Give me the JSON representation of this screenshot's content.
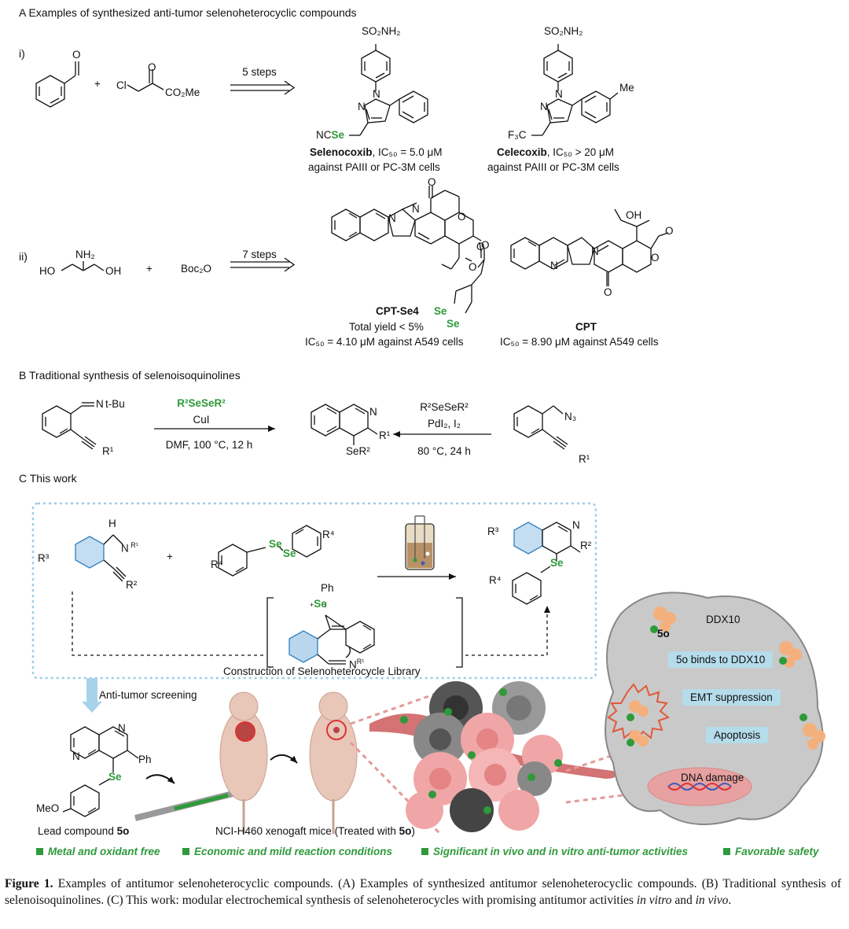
{
  "sectionA": {
    "title": "A Examples of synthesized anti-tumor selenoheterocyclic compounds",
    "row1": {
      "label": "i)",
      "chloro_group": "Cl",
      "ester_group": "CO₂Me",
      "plus": "+",
      "arrow": "5 steps",
      "compound1": {
        "so2nh2": "SO₂NH₂",
        "sub_label": "NCSe",
        "name": "Selenocoxib",
        "ic50": ", IC₅₀ = 5.0 μM",
        "cells": "against PAIII or PC-3M cells"
      },
      "compound2": {
        "so2nh2": "SO₂NH₂",
        "me": "Me",
        "sub_label": "F₃C",
        "name": "Celecoxib",
        "ic50": ", IC₅₀ > 20 μM",
        "cells": "against PAIII or PC-3M cells"
      }
    },
    "row2": {
      "label": "ii)",
      "nh2": "NH₂",
      "ho": "HO",
      "oh": "OH",
      "boc": "Boc₂O",
      "plus": "+",
      "arrow": "7 steps",
      "compound1": {
        "name": "CPT-Se4",
        "yield": "Total yield < 5%",
        "ic50": "IC₅₀ = 4.10 μM against A549 cells",
        "se": "Se"
      },
      "compound2": {
        "name": "CPT",
        "ic50": "IC₅₀ = 8.90 μM against A549 cells",
        "oh": "OH"
      }
    }
  },
  "sectionB": {
    "title": "B Traditional synthesis of selenoisoquinolines",
    "left_sub": "t-Bu",
    "left_r": "R¹",
    "reagent1": "R²SeSeR²",
    "catalyst1": "CuI",
    "cond1": "DMF, 100 °C, 12 h",
    "product_r1": "R¹",
    "product_se": "SeR²",
    "reagent2": "R²SeSeR²",
    "catalyst2": "PdI₂, I₂",
    "cond2": "80 °C, 24 h",
    "right_n3": "N₃",
    "right_r": "R¹"
  },
  "sectionC": {
    "title": "C This work",
    "library_label": "Construction of Selenoheterocycle Library",
    "screening": "Anti-tumor screening",
    "lead_label": "Lead compound ",
    "lead_id": "5o",
    "mice_label": "NCI-H460 xenogaft mice (Treated with ",
    "mice_id": "5o",
    "mice_close": ")",
    "lead": {
      "ph": "Ph",
      "se": "Se",
      "meo": "MeO"
    },
    "ddx10": "DDX10",
    "cmp": "5o",
    "binds": "5o binds to DDX10",
    "emt": "EMT suppression",
    "apoptosis": "Apoptosis",
    "dna": "DNA damage",
    "bullets": [
      "Metal and oxidant free",
      "Economic and mild reaction conditions",
      "Significant in vivo and in vitro anti-tumor activities",
      "Favorable safety"
    ],
    "colors": {
      "green": "#2e9a3a",
      "blue": "#2f7fbf",
      "box_border": "#9ccbe8",
      "label_bg": "#b5dcea",
      "cell_gray": "#c8c8c8",
      "red": "#e05a3a"
    }
  },
  "caption": {
    "lead": "Figure 1.",
    "text1": " Examples of antitumor selenoheterocyclic compounds. (A) Examples of synthesized antitumor selenoheterocyclic compounds. (B) Traditional synthesis of selenoisoquinolines. (C) This work: modular electrochemical synthesis of selenoheterocycles with promising antitumor activities ",
    "it1": "in vitro",
    "and": " and ",
    "it2": "in vivo",
    "end": "."
  }
}
